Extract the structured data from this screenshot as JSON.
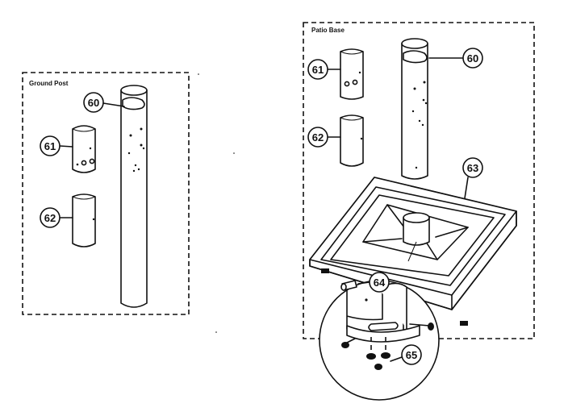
{
  "panels": {
    "ground_post": {
      "title": "Ground Post"
    },
    "patio_base": {
      "title": "Patio Base"
    }
  },
  "callouts": {
    "p60": "60",
    "p61": "61",
    "p62": "62",
    "p63": "63",
    "p64": "64",
    "p65": "65"
  }
}
